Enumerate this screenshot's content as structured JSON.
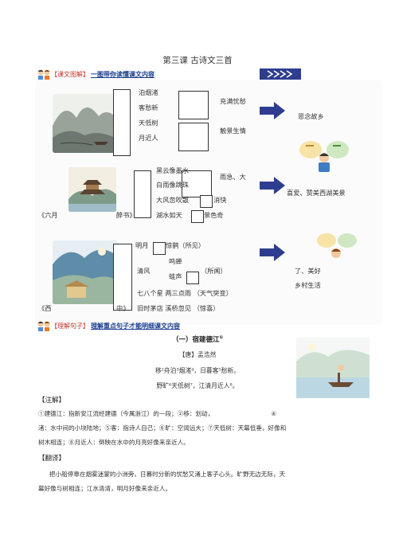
{
  "page": {
    "title": "第三课  古诗文三首"
  },
  "section1": {
    "bracket_label": "【课文图解】",
    "subtitle": "一图带你读懂课文内容"
  },
  "diagram": {
    "poem1": {
      "left": [
        "泊烟渚",
        "客愁新",
        "天低树",
        "月近人"
      ],
      "mid": [
        "充满忧愁",
        "触景生情"
      ],
      "right": "思念故乡"
    },
    "poem2": {
      "label_left": "《六月",
      "label_right": "醉书》",
      "lines": [
        "黑云像墨水",
        "白雨像跳珠",
        "大风忽吹散",
        "湖水如天"
      ],
      "mid_top": "雨急、大",
      "mid_bottom1": "消快",
      "mid_bottom2": "景色奇",
      "right": "喜爱、赞美西湖美景"
    },
    "poem3": {
      "label_left": "《西",
      "label_right": "中》",
      "line1a": "明月",
      "line1b": "惊鹊（所见）",
      "line2a": "鸣蝉",
      "line2b_pre": "清风",
      "line2b_mid": "蛙声",
      "line2b_post": "（所闻）",
      "line3": "七八个星   两三点雨    （天气突变）",
      "line4": "旧时茅店   溪桥忽见    （惊喜）",
      "right1": "了、美好",
      "right2": "乡村生活"
    }
  },
  "section2": {
    "bracket_label": "【理解句子】",
    "subtitle": "理解重点句子才能明细课文内容"
  },
  "poem": {
    "title": "（一）宿建德江",
    "title_mark": "①",
    "author": "【唐】孟浩然",
    "line1": "移²舟泊³烟渚⁴，日暮客⁵愁新。",
    "line2": "野旷⁶天低树⁷，江清月近人⁸。"
  },
  "notes": {
    "header": "【注解】",
    "text1": "①建德江：指新安江流经建德（今属浙江）的一段；②移：划动，",
    "text1_tail": "④",
    "text2": "渚：水中间的小块陆地；⑤客：指诗人自己；⑥旷：空阔远大；⑦天低树：天幕低垂，好像和",
    "text3": "树木相连；⑧月近人：倒映在水中的月亮好像来亲近人。"
  },
  "translation": {
    "header": "【翻译】",
    "text1": "把小船停靠在烟雾迷蒙的小洲旁，日暮时分新的忧愁又涌上客子心头。旷野无边无际，天",
    "text2": "幕好像与树相连；江水清清，明月好像来亲近人。"
  },
  "colors": {
    "banner": "#2e3d8f",
    "section_blue": "#1a3d8f",
    "bracket_red": "#c0392b"
  }
}
